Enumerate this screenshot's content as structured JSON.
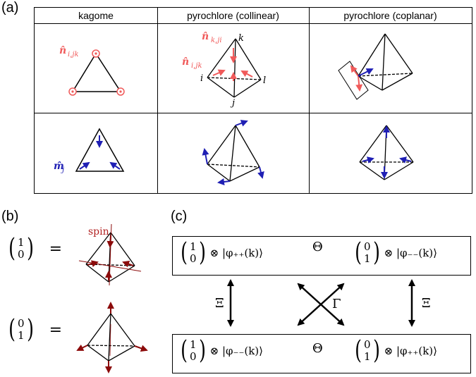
{
  "panel_labels": {
    "a": "(a)",
    "b": "(b)",
    "c": "(c)"
  },
  "table": {
    "headers": [
      "kagome",
      "pyrochlore (collinear)",
      "pyrochlore (coplanar)"
    ],
    "labels": {
      "n_ijk": "n̂",
      "n_ijk_sub": "i,jk",
      "n_kji": "n̂",
      "n_kji_sub": "k,ji",
      "n_ijk2": "n̂",
      "n_ijk2_sub": "i,jk",
      "m_j": "m̂",
      "m_j_sub": "j",
      "vertex_i": "i",
      "vertex_j": "j",
      "vertex_k": "k",
      "vertex_l": "l"
    }
  },
  "panel_b": {
    "spin_label": "spin",
    "state1": {
      "top": "1",
      "bottom": "0",
      "equals": "="
    },
    "state2": {
      "top": "0",
      "bottom": "1",
      "equals": "="
    }
  },
  "panel_c": {
    "row1": {
      "left": {
        "top": "1",
        "bottom": "0",
        "ket": "⊗ |φ₊₊(k)⟩"
      },
      "right": {
        "top": "0",
        "bottom": "1",
        "ket": "⊗ |φ₋₋(k)⟩"
      },
      "op": "Θ"
    },
    "row2": {
      "left": {
        "top": "1",
        "bottom": "0",
        "ket": "⊗ |φ₋₋(k)⟩"
      },
      "right": {
        "top": "0",
        "bottom": "1",
        "ket": "⊗ |φ₊₊(k)⟩"
      },
      "op": "Θ"
    },
    "xi_left": "Ξ",
    "xi_right": "Ξ",
    "gamma": "Γ"
  },
  "colors": {
    "red": "#f05a5a",
    "blue": "#1f1fb4",
    "darkred": "#8b0a0a",
    "black": "#000000"
  }
}
